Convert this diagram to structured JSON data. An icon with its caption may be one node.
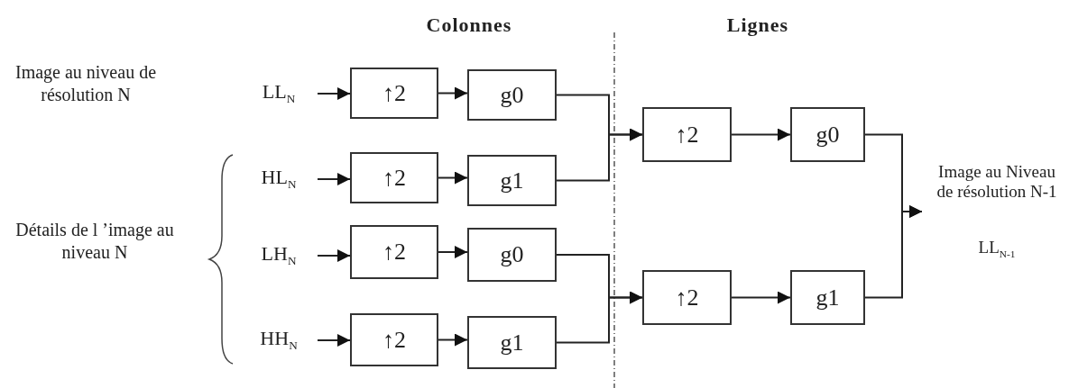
{
  "diagram": {
    "nodes": [
      {
        "text": [
          "LL$_{N}$"
        ]
      },
      {
        "text": [
          "↑2"
        ]
      },
      {
        "text": [
          "g0"
        ]
      },
      {
        "text": [
          "HL$_{N}$"
        ]
      },
      {
        "text": [
          "↑2"
        ]
      },
      {
        "text": [
          "g1"
        ]
      },
      {
        "text": [
          "LH$_{N}$"
        ]
      },
      {
        "text": [
          "↑2"
        ]
      },
      {
        "text": [
          "g0"
        ]
      },
      {
        "text": [
          "HH$_{N}$"
        ]
      },
      {
        "text": [
          "↑2"
        ]
      },
      {
        "text": [
          "g1"
        ]
      },
      {
        "text": [
          "↑2"
        ]
      },
      {
        "text": [
          "g0"
        ]
      },
      {
        "text": [
          "↑2"
        ]
      },
      {
        "text": [
          "g1"
        ]
      },
      {
        "text": [
          "Image au Niveau de résolution N-1",
          "LL$_{N-1}$"
        ]
      }
    ],
    "edges": [
      {
        "from": 0,
        "to": 1,
        "arrow": "to"
      },
      {
        "from": 1,
        "to": 2,
        "arrow": "to"
      },
      {
        "from": 3,
        "to": 4,
        "arrow": "to"
      },
      {
        "from": 4,
        "to": 5,
        "arrow": "to"
      },
      {
        "from": 6,
        "to": 7,
        "arrow": "to"
      },
      {
        "from": 7,
        "to": 8,
        "arrow": "to"
      },
      {
        "from": 9,
        "to": 10,
        "arrow": "to"
      },
      {
        "from": 10,
        "to": 11,
        "arrow": "to"
      },
      {
        "from": 2,
        "to": 12,
        "arrow": "to"
      },
      {
        "from": 5,
        "to": 12,
        "arrow": "to"
      },
      {
        "from": 8,
        "to": 14,
        "arrow": "to"
      },
      {
        "from": 11,
        "to": 14,
        "arrow": "to"
      },
      {
        "from": 12,
        "to": 13,
        "arrow": "to"
      },
      {
        "from": 14,
        "to": 15,
        "arrow": "to"
      },
      {
        "from": 13,
        "to": 16,
        "arrow": "to"
      },
      {
        "from": 15,
        "to": 16,
        "arrow": "to"
      }
    ],
    "labels": [
      "Colonnes",
      "Lignes",
      "Image au niveau de résolution N",
      "Détails de l ’image au niveau N"
    ]
  }
}
